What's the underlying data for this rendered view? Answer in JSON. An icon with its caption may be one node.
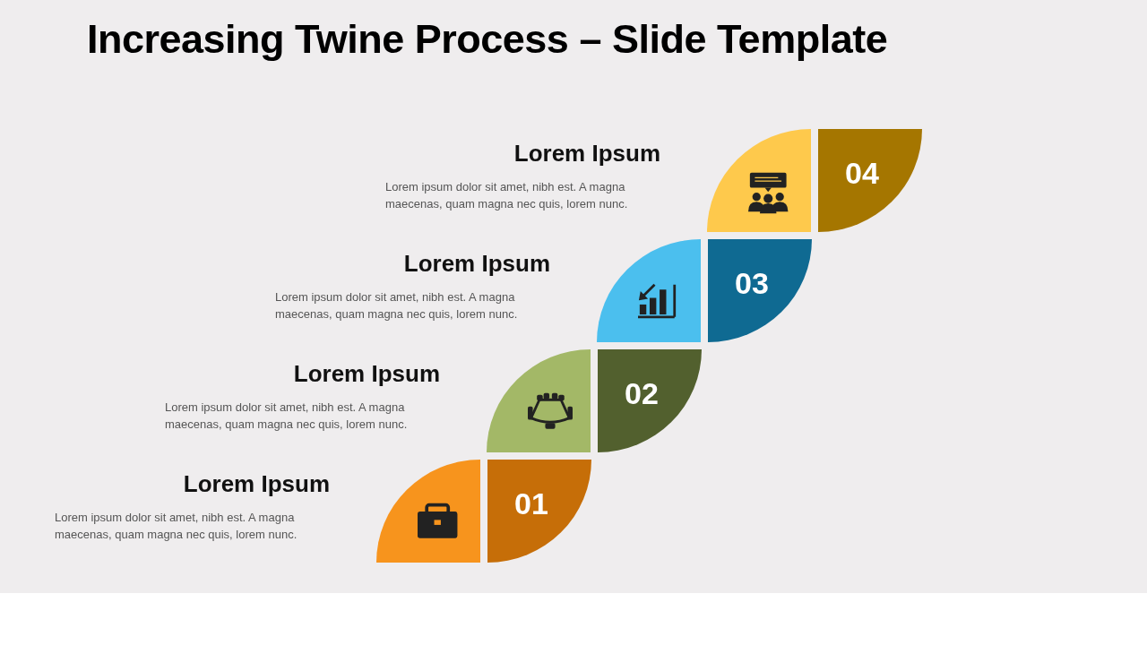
{
  "diagram": {
    "title": "Increasing Twine Process – Slide Template",
    "nodes": [
      {
        "text": [],
        "shape": "quadrant"
      },
      {
        "text": [
          "01"
        ],
        "beside": [
          "Lorem Ipsum",
          "Lorem ipsum dolor sit amet, nibh est. A magna maecenas, quam magna nec quis, lorem nunc."
        ]
      },
      {
        "text": [],
        "shape": "quadrant"
      },
      {
        "text": [
          "02"
        ],
        "beside": [
          "Lorem Ipsum",
          "Lorem ipsum dolor sit amet, nibh est. A magna maecenas, quam magna nec quis, lorem nunc."
        ]
      },
      {
        "text": [],
        "shape": "quadrant"
      },
      {
        "text": [
          "03"
        ],
        "beside": [
          "Lorem Ipsum",
          "Lorem ipsum dolor sit amet, nibh est. A magna maecenas, quam magna nec quis, lorem nunc."
        ]
      },
      {
        "text": [],
        "shape": "quadrant"
      },
      {
        "text": [
          "04"
        ],
        "beside": [
          "Lorem Ipsum",
          "Lorem ipsum dolor sit amet, nibh est. A magna maecenas, quam magna nec quis, lorem nunc."
        ]
      }
    ],
    "edges": []
  }
}
